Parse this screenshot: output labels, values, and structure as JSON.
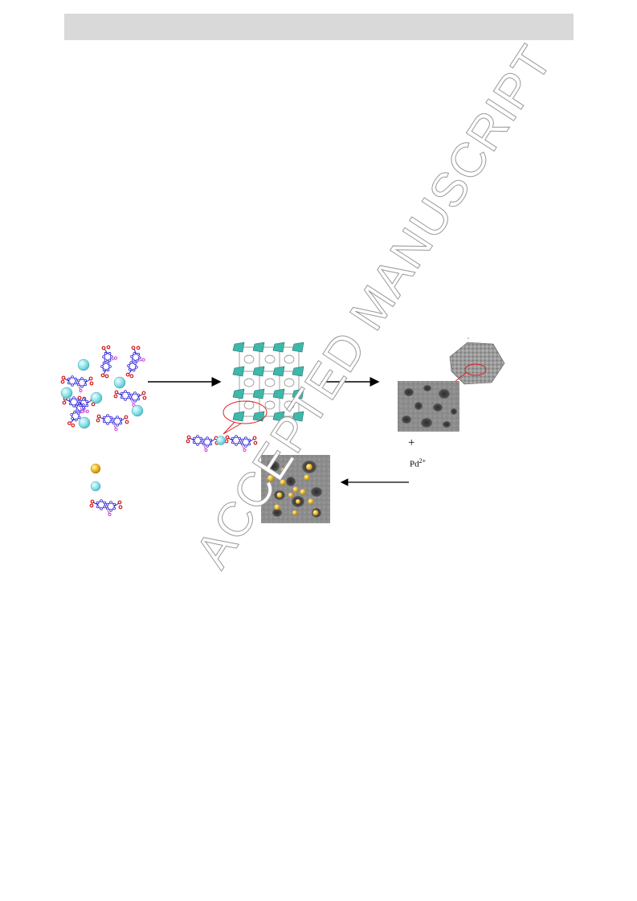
{
  "watermark": {
    "text": "ACCEPTED MANUSCRIPT"
  },
  "scheme": {
    "plus_label": "+",
    "pd_ion": {
      "symbol": "Pd",
      "charge": "2+"
    }
  },
  "colors": {
    "zn_node_sphere": "#8fe3ea",
    "pd_nanoparticle": "#f0b929",
    "ligand_ring": "#2a1fd8",
    "carboxylate_oxygen": "#d11a1a",
    "amino_group": "#d13ad6",
    "mof_node": "#3fb7aa",
    "highlight_ellipse": "#e02020"
  },
  "icons": [
    "zn-ion-sphere-icon",
    "pd-nanoparticle-icon",
    "organic-ligand-icon",
    "arrow-icon"
  ]
}
